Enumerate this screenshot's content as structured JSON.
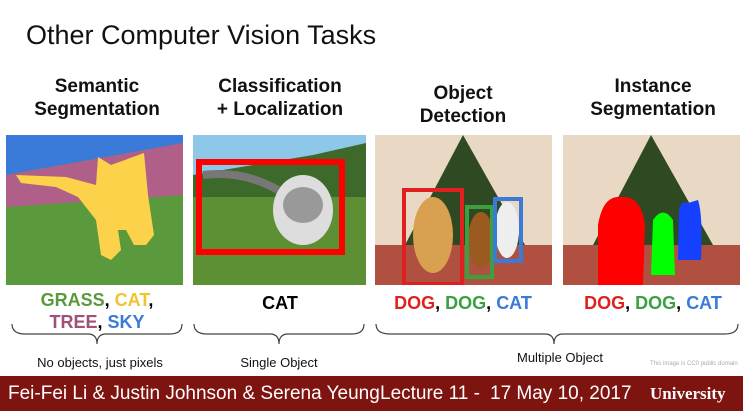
{
  "title": "Other Computer Vision Tasks",
  "columns": [
    {
      "heading": [
        "Semantic",
        "Segmentation"
      ],
      "labels": [
        {
          "text": "GRASS",
          "color": "#5a9a3c"
        },
        {
          "text": "CAT",
          "color": "#f2c230"
        },
        {
          "text": "TREE",
          "color": "#a0507a"
        },
        {
          "text": "SKY",
          "color": "#3a7ad8"
        }
      ]
    },
    {
      "heading": [
        "Classification",
        "+ Localization"
      ],
      "labels": [
        {
          "text": "CAT",
          "color": "#111111"
        }
      ]
    },
    {
      "heading": [
        "Object",
        "Detection"
      ],
      "labels": [
        {
          "text": "DOG",
          "color": "#e02020"
        },
        {
          "text": "DOG",
          "color": "#3aa040"
        },
        {
          "text": "CAT",
          "color": "#3a7ad8"
        }
      ]
    },
    {
      "heading": [
        "Instance",
        "Segmentation"
      ],
      "labels": [
        {
          "text": "DOG",
          "color": "#e02020"
        },
        {
          "text": "DOG",
          "color": "#3aa040"
        },
        {
          "text": "CAT",
          "color": "#3a7ad8"
        }
      ]
    }
  ],
  "captions": {
    "seg": "No objects, just pixels",
    "cls": "Single Object",
    "multi": "Multiple Object"
  },
  "credit": "This image is CC0 public domain",
  "footer": {
    "authors": "Fei-Fei Li & Justin Johnson & Serena Yeung",
    "lecture": "Lecture 11 -",
    "date": "17 May 10, 2017",
    "overlay": "University"
  },
  "colors": {
    "footer_bg": "#7e1410"
  }
}
